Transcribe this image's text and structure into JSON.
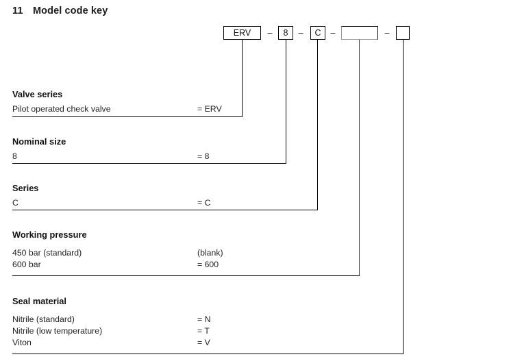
{
  "document": {
    "section_number": "11",
    "title": "Model code key"
  },
  "model_code": {
    "separator": "–",
    "boxes": [
      {
        "name": "valve-series",
        "value": "ERV"
      },
      {
        "name": "nominal-size",
        "value": "8"
      },
      {
        "name": "series",
        "value": "C"
      },
      {
        "name": "working-pressure",
        "value": ""
      },
      {
        "name": "seal-material",
        "value": ""
      }
    ]
  },
  "legend": {
    "sections": [
      {
        "heading": "Valve series",
        "rows": [
          {
            "label": "Pilot operated check valve",
            "value": "= ERV"
          }
        ]
      },
      {
        "heading": "Nominal size",
        "rows": [
          {
            "label": "8",
            "value": "= 8"
          }
        ]
      },
      {
        "heading": "Series",
        "rows": [
          {
            "label": "C",
            "value": "= C"
          }
        ]
      },
      {
        "heading": "Working pressure",
        "rows": [
          {
            "label": "450 bar (standard)",
            "value": "(blank)"
          },
          {
            "label": "600 bar",
            "value": "= 600"
          }
        ]
      },
      {
        "heading": "Seal material",
        "rows": [
          {
            "label": "Nitrile (standard)",
            "value": "= N"
          },
          {
            "label": "Nitrile (low temperature)",
            "value": "= T"
          },
          {
            "label": "Viton",
            "value": "= V"
          }
        ]
      }
    ]
  },
  "colors": {
    "line": "#000000",
    "text": "#1a1a1a",
    "background": "#ffffff"
  }
}
